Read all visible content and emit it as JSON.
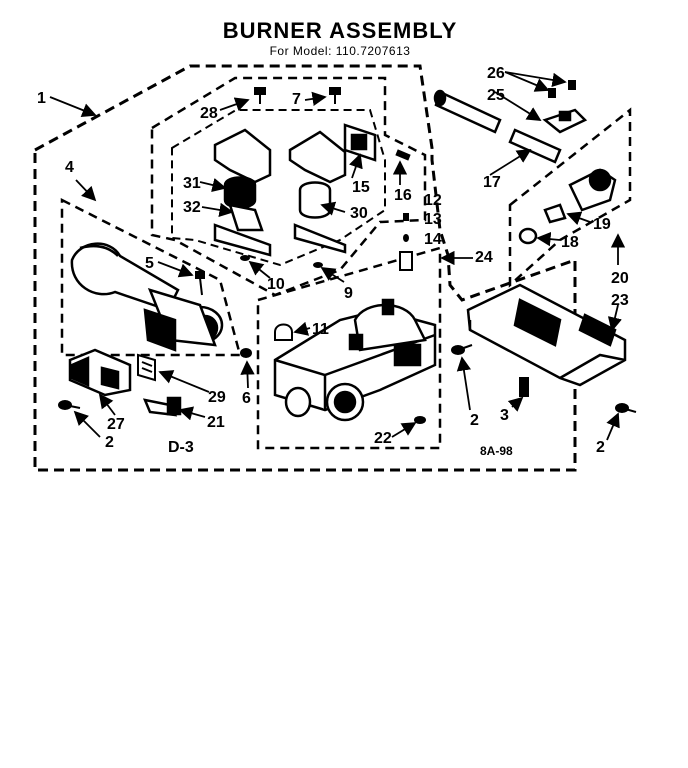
{
  "title": "BURNER ASSEMBLY",
  "subtitle": "For Model: 110.7207613",
  "diagram_code": "D-3",
  "drawing_ref": "8A-98",
  "callouts": [
    "1",
    "2",
    "2",
    "2",
    "2",
    "3",
    "4",
    "5",
    "6",
    "7",
    "9",
    "10",
    "11",
    "12",
    "13",
    "14",
    "15",
    "16",
    "17",
    "18",
    "19",
    "20",
    "21",
    "22",
    "23",
    "24",
    "25",
    "26",
    "27",
    "28",
    "29",
    "30",
    "31",
    "32"
  ]
}
